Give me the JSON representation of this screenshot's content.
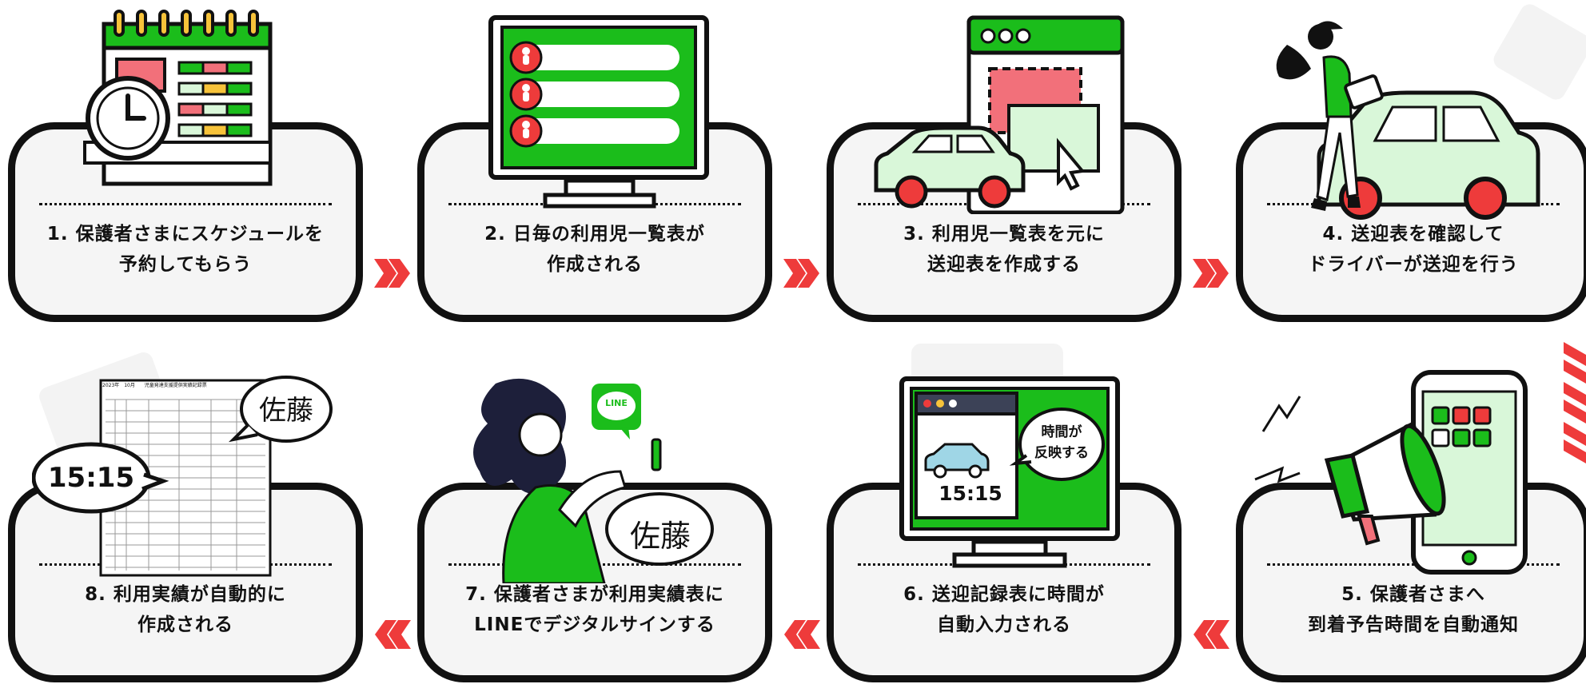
{
  "steps": [
    {
      "line1": "1. 保護者さまにスケジュールを",
      "line2": "予約してもらう"
    },
    {
      "line1": "2. 日毎の利用児一覧表が",
      "line2": "作成される"
    },
    {
      "line1": "3. 利用児一覧表を元に",
      "line2": "送迎表を作成する"
    },
    {
      "line1": "4. 送迎表を確認して",
      "line2": "ドライバーが送迎を行う"
    },
    {
      "line1": "5. 保護者さまへ",
      "line2": "到着予告時間を自動通知"
    },
    {
      "line1": "6. 送迎記録表に時間が",
      "line2": "自動入力される"
    },
    {
      "line1": "7. 保護者さまが利用実績表に",
      "line2": "LINEでデジタルサインする"
    },
    {
      "line1": "8. 利用実績が自動的に",
      "line2": "作成される"
    }
  ],
  "bubbles": {
    "signature": "佐藤",
    "time": "15:15",
    "reflect_line1": "時間が",
    "reflect_line2": "反映する",
    "line_logo": "LINE"
  },
  "doc_header": {
    "year": "2023年",
    "month": "10月",
    "title": "児童発達支援提供実績記録票"
  },
  "colors": {
    "green": "#1bbd1b",
    "light_green": "#d9f7d9",
    "red": "#ee3b3b",
    "pink": "#f2707a",
    "dark": "#111111"
  }
}
